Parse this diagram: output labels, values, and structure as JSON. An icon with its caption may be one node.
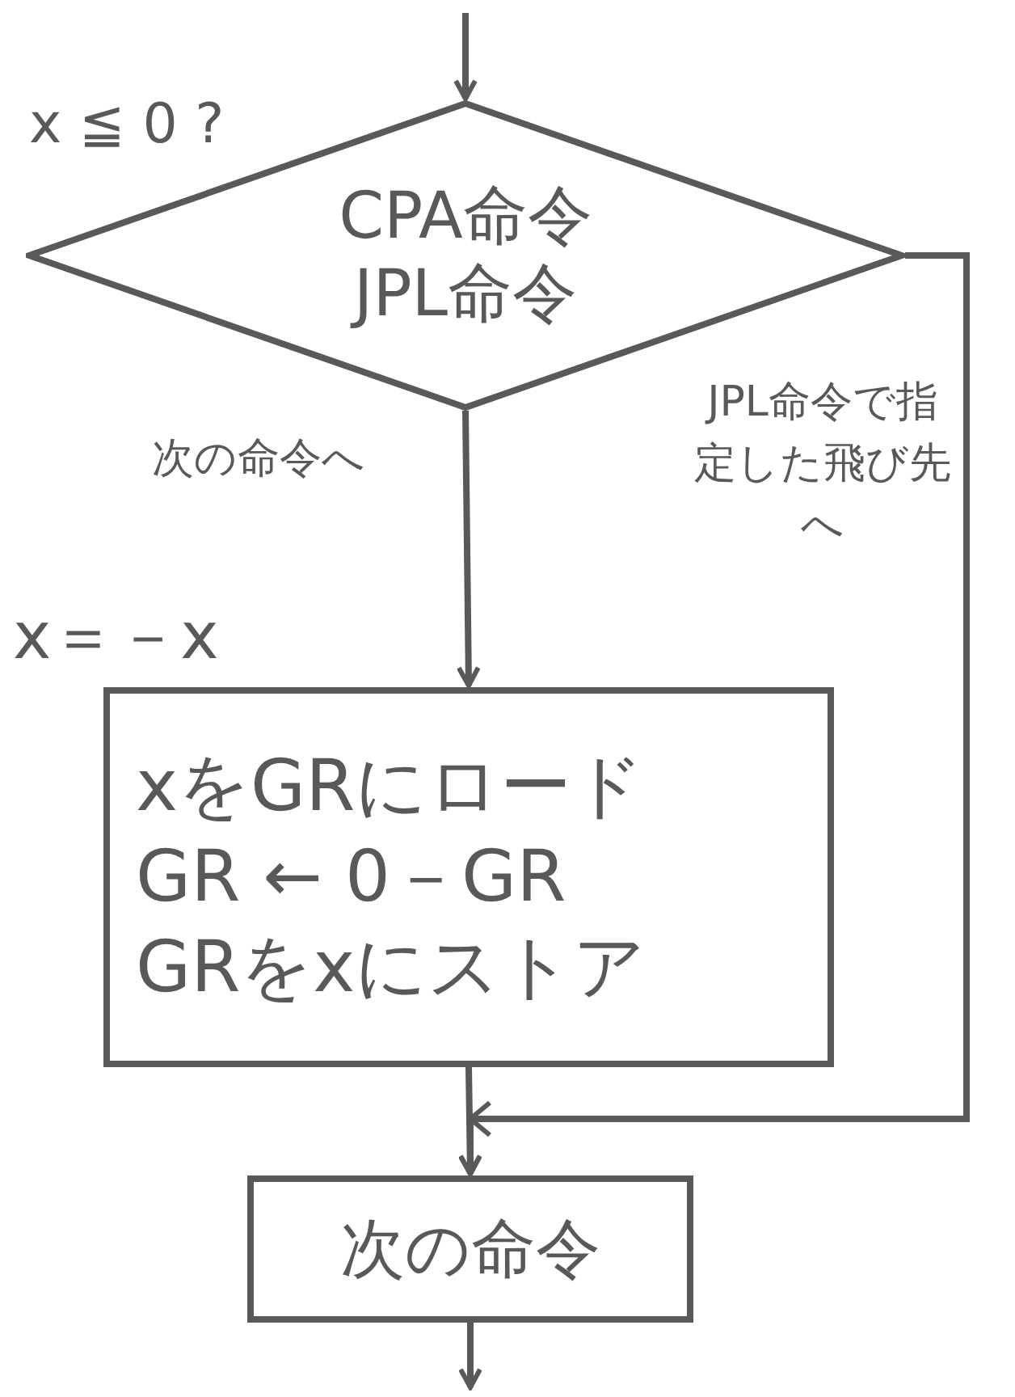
{
  "diagram": {
    "nodes": [
      {
        "text": [
          "CPA命令",
          "JPL命令"
        ],
        "beside": [
          "x ≦ 0 ?"
        ]
      },
      {
        "text": [
          "xをGRにロード",
          "GR ← 0－GR",
          "GRをxにストア"
        ],
        "beside": [
          "x＝－x"
        ]
      },
      {
        "text": [
          "次の命令"
        ]
      }
    ],
    "edges": [
      {
        "from": null,
        "to": 0,
        "arrow": "to"
      },
      {
        "from": 0,
        "to": 1,
        "arrow": "to",
        "label": "次の命令へ"
      },
      {
        "from": 1,
        "to": 2,
        "arrow": "to"
      },
      {
        "from": 0,
        "to": 2,
        "arrow": "to",
        "label": "JPL命令で指定した飛び先へ"
      },
      {
        "from": 2,
        "to": null,
        "arrow": "to"
      }
    ]
  }
}
